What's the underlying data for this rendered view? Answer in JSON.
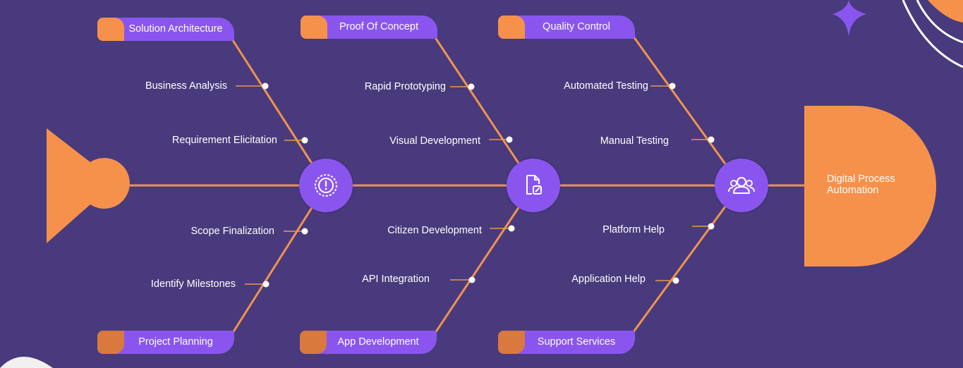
{
  "diagram": {
    "head": {
      "label": "Digital Process Automation"
    },
    "categories": [
      {
        "id": "solution-architecture",
        "label": "Solution Architecture",
        "position": "top",
        "causes": [
          "Business Analysis",
          "Requirement Elicitation"
        ]
      },
      {
        "id": "proof-of-concept",
        "label": "Proof Of Concept",
        "position": "top",
        "causes": [
          "Rapid Prototyping",
          "Visual Development"
        ]
      },
      {
        "id": "quality-control",
        "label": "Quality Control",
        "position": "top",
        "causes": [
          "Automated Testing",
          "Manual Testing"
        ]
      },
      {
        "id": "project-planning",
        "label": "Project Planning",
        "position": "bottom",
        "causes": [
          "Scope Finalization",
          "Identify Milestones"
        ]
      },
      {
        "id": "app-development",
        "label": "App Development",
        "position": "bottom",
        "causes": [
          "Citizen Development",
          "API Integration"
        ]
      },
      {
        "id": "support-services",
        "label": "Support Services",
        "position": "bottom",
        "causes": [
          "Platform Help",
          "Application Help"
        ]
      }
    ],
    "nodes": [
      {
        "icon": "alert-gear-icon"
      },
      {
        "icon": "document-edit-icon"
      },
      {
        "icon": "users-icon"
      }
    ],
    "colors": {
      "background": "#483a7c",
      "accent": "#8a55ef",
      "orange": "#f6914b",
      "line": "#f0934f"
    }
  }
}
